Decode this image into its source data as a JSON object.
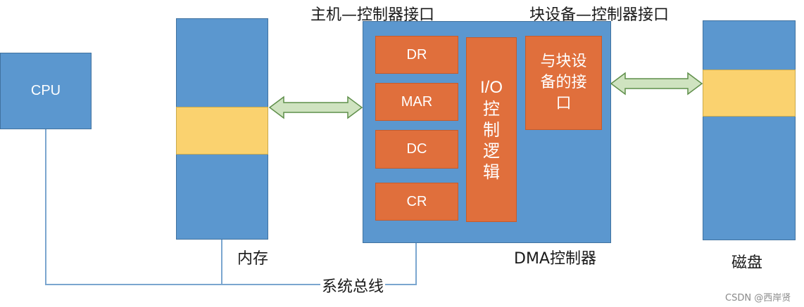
{
  "cpu": {
    "label": "CPU"
  },
  "memory": {
    "label": "内存"
  },
  "dma": {
    "label": "DMA控制器",
    "registers": [
      "DR",
      "MAR",
      "DC",
      "CR"
    ],
    "io_logic": [
      "I/O",
      "控",
      "制",
      "逻",
      "辑"
    ],
    "block_interface": [
      "与块设",
      "备的接",
      "口"
    ]
  },
  "host_interface_label": "主机—控制器接口",
  "device_interface_label": "块设备—控制器接口",
  "disk": {
    "label": "磁盘"
  },
  "bus": {
    "label": "系统总线"
  },
  "watermark": "CSDN @西岸贤",
  "colors": {
    "block_blue": "#5b97cf",
    "register_orange": "#e06f3c",
    "highlight_yellow": "#fad26f",
    "arrow_green": "#cfe3c0",
    "bus_line": "#7ba6cf"
  }
}
